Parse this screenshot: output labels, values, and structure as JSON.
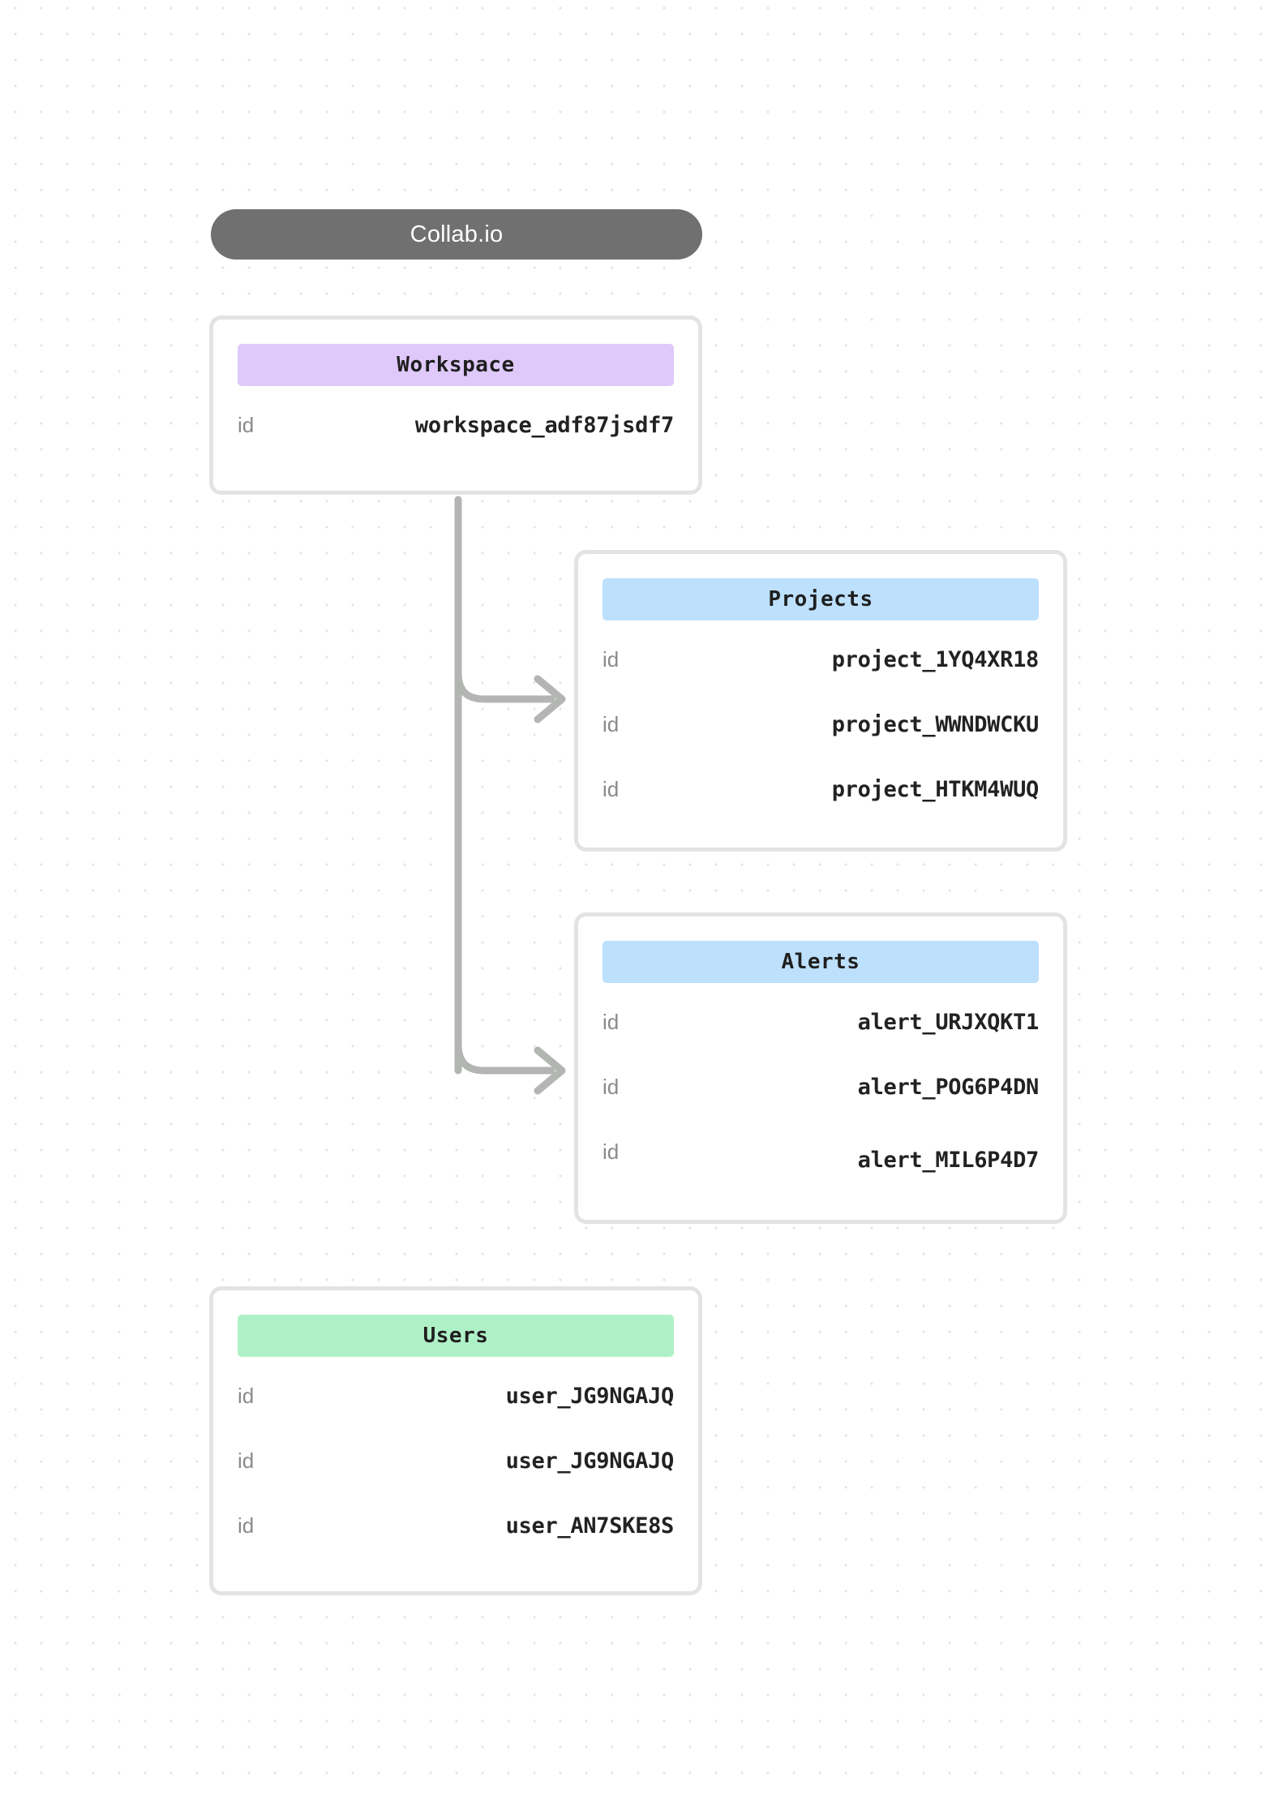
{
  "canvas": {
    "title_pill": {
      "label": "Collab.io",
      "background": "#707070",
      "text_color": "#ffffff"
    },
    "background": {
      "style": "dot-grid",
      "dot_color": "#e4e4e4",
      "page_color": "#ffffff"
    }
  },
  "colors": {
    "header_purple": "#dfc9fa",
    "header_blue": "#bde0fd",
    "header_green": "#aff1c7",
    "card_border": "#e3e3e3",
    "connector": "#b3b5b3",
    "key_text": "#8a8a8a",
    "value_text": "#222222"
  },
  "entities": [
    {
      "id": "workspace",
      "title": "Workspace",
      "accent": "#dfc9fa",
      "rows": [
        {
          "key": "id",
          "value": "workspace_adf87jsdf7"
        }
      ]
    },
    {
      "id": "projects",
      "title": "Projects",
      "accent": "#bde0fd",
      "rows": [
        {
          "key": "id",
          "value": "project_1YQ4XR18"
        },
        {
          "key": "id",
          "value": "project_WWNDWCKU"
        },
        {
          "key": "id",
          "value": "project_HTKM4WUQ"
        }
      ]
    },
    {
      "id": "alerts",
      "title": "Alerts",
      "accent": "#bde0fd",
      "rows": [
        {
          "key": "id",
          "value": "alert_URJXQKT1"
        },
        {
          "key": "id",
          "value": "alert_POG6P4DN"
        },
        {
          "key": "id",
          "value": "alert_MIL6P4D7"
        }
      ]
    },
    {
      "id": "users",
      "title": "Users",
      "accent": "#aff1c7",
      "rows": [
        {
          "key": "id",
          "value": "user_JG9NGAJQ"
        },
        {
          "key": "id",
          "value": "user_JG9NGAJQ"
        },
        {
          "key": "id",
          "value": "user_AN7SKE8S"
        }
      ]
    }
  ],
  "connectors": [
    {
      "from": "workspace",
      "to": "projects",
      "kind": "elbow-arrow"
    },
    {
      "from": "workspace",
      "to": "alerts",
      "kind": "elbow-arrow"
    }
  ]
}
